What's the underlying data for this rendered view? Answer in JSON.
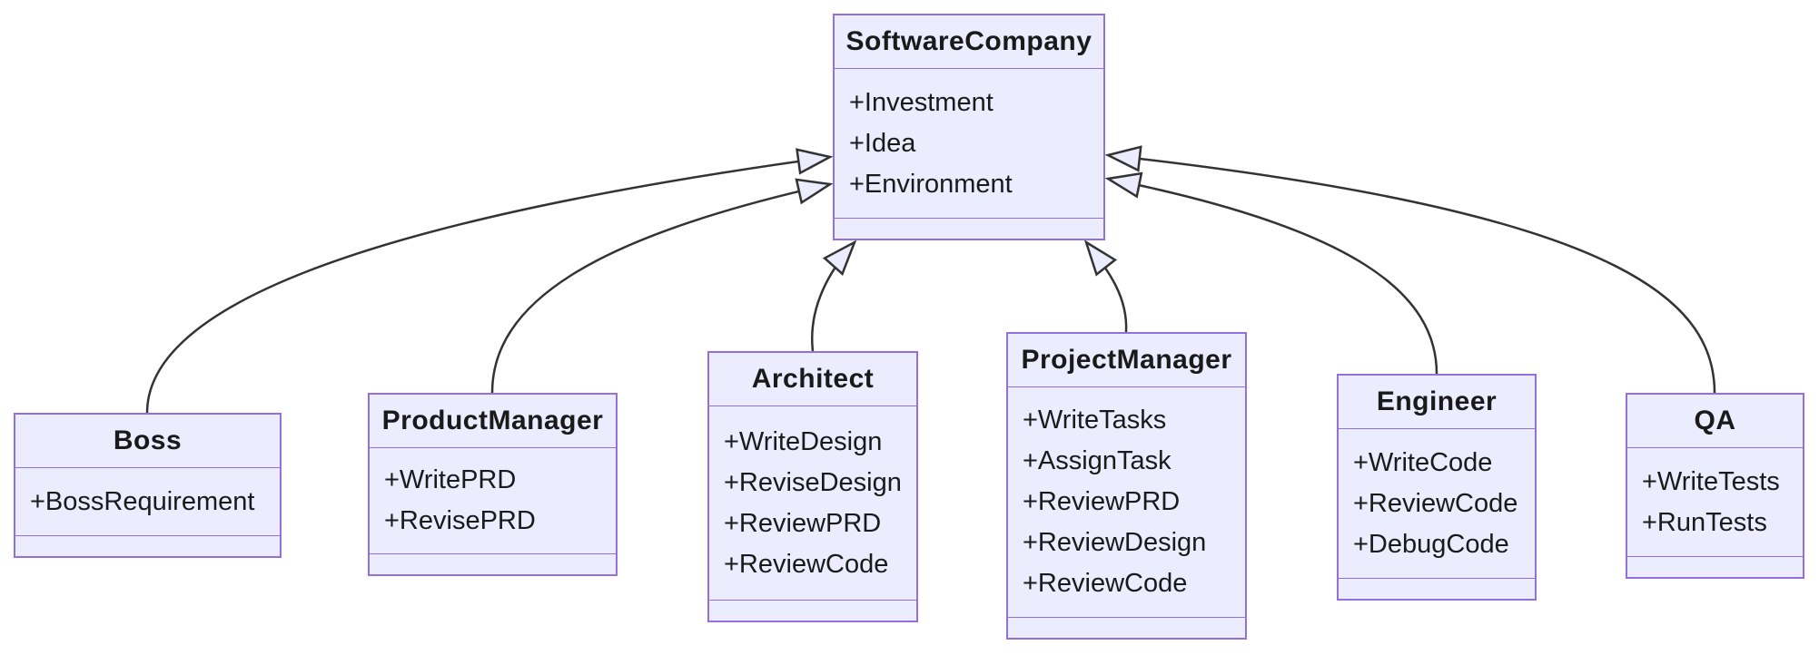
{
  "diagram_type": "uml-class-diagram",
  "colors": {
    "node_fill": "#ECECFF",
    "node_border": "#9370DB",
    "edge_line": "#333333",
    "arrowhead_fill": "#ECECFF",
    "text": "#1a1a1a",
    "background": "#ffffff"
  },
  "classes": {
    "software_company": {
      "name": "SoftwareCompany",
      "members": [
        "+Investment",
        "+Idea",
        "+Environment"
      ]
    },
    "boss": {
      "name": "Boss",
      "members": [
        "+BossRequirement"
      ]
    },
    "product_manager": {
      "name": "ProductManager",
      "members": [
        "+WritePRD",
        "+RevisePRD"
      ]
    },
    "architect": {
      "name": "Architect",
      "members": [
        "+WriteDesign",
        "+ReviseDesign",
        "+ReviewPRD",
        "+ReviewCode"
      ]
    },
    "project_manager": {
      "name": "ProjectManager",
      "members": [
        "+WriteTasks",
        "+AssignTask",
        "+ReviewPRD",
        "+ReviewDesign",
        "+ReviewCode"
      ]
    },
    "engineer": {
      "name": "Engineer",
      "members": [
        "+WriteCode",
        "+ReviewCode",
        "+DebugCode"
      ]
    },
    "qa": {
      "name": "QA",
      "members": [
        "+WriteTests",
        "+RunTests"
      ]
    }
  },
  "relations": [
    {
      "from": "Boss",
      "to": "SoftwareCompany",
      "type": "inheritance"
    },
    {
      "from": "ProductManager",
      "to": "SoftwareCompany",
      "type": "inheritance"
    },
    {
      "from": "Architect",
      "to": "SoftwareCompany",
      "type": "inheritance"
    },
    {
      "from": "ProjectManager",
      "to": "SoftwareCompany",
      "type": "inheritance"
    },
    {
      "from": "Engineer",
      "to": "SoftwareCompany",
      "type": "inheritance"
    },
    {
      "from": "QA",
      "to": "SoftwareCompany",
      "type": "inheritance"
    }
  ]
}
